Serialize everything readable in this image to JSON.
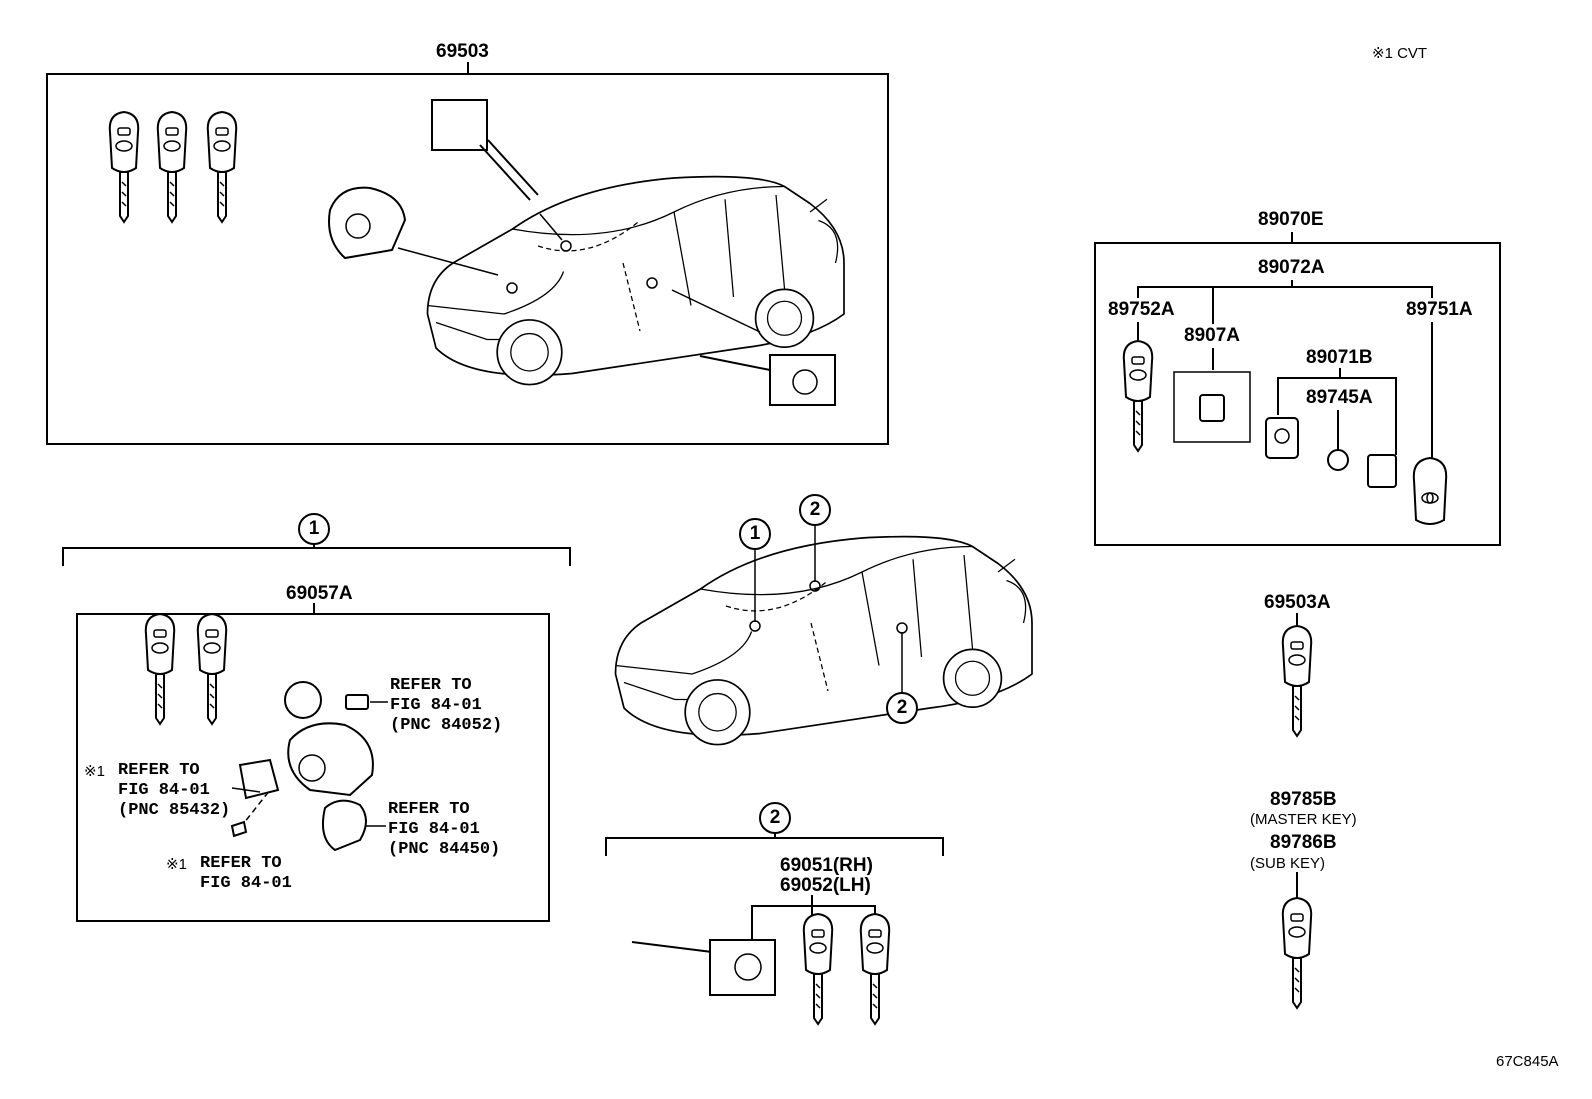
{
  "header": {
    "note": "※1 CVT"
  },
  "figure_code": "67C845A",
  "box_69503": {
    "part": "69503"
  },
  "kit_89070e": {
    "part": "89070E",
    "sub": "89072A",
    "key_left": "89752A",
    "transponder": "8907A",
    "key_right": "89751A",
    "sub_group": "89071B",
    "battery": "89745A"
  },
  "group1": {
    "callout": "1",
    "part": "69057A",
    "refs": [
      "REFER TO\nFIG 84-01\n(PNC 84052)",
      "REFER TO\nFIG 84-01\n(PNC 85432)",
      "REFER TO\nFIG 84-01\n(PNC 84450)",
      "REFER TO\nFIG 84-01"
    ],
    "cvt_marks": [
      "※1",
      "※1"
    ]
  },
  "vehicle_callouts": [
    "1",
    "2",
    "2"
  ],
  "group2": {
    "callout": "2",
    "part_rh": "69051(RH)",
    "part_lh": "69052(LH)"
  },
  "key_69503a": {
    "part": "69503A"
  },
  "keys_master_sub": {
    "master_part": "89785B",
    "master_label": "(MASTER KEY)",
    "sub_part": "89786B",
    "sub_label": "(SUB KEY)"
  }
}
